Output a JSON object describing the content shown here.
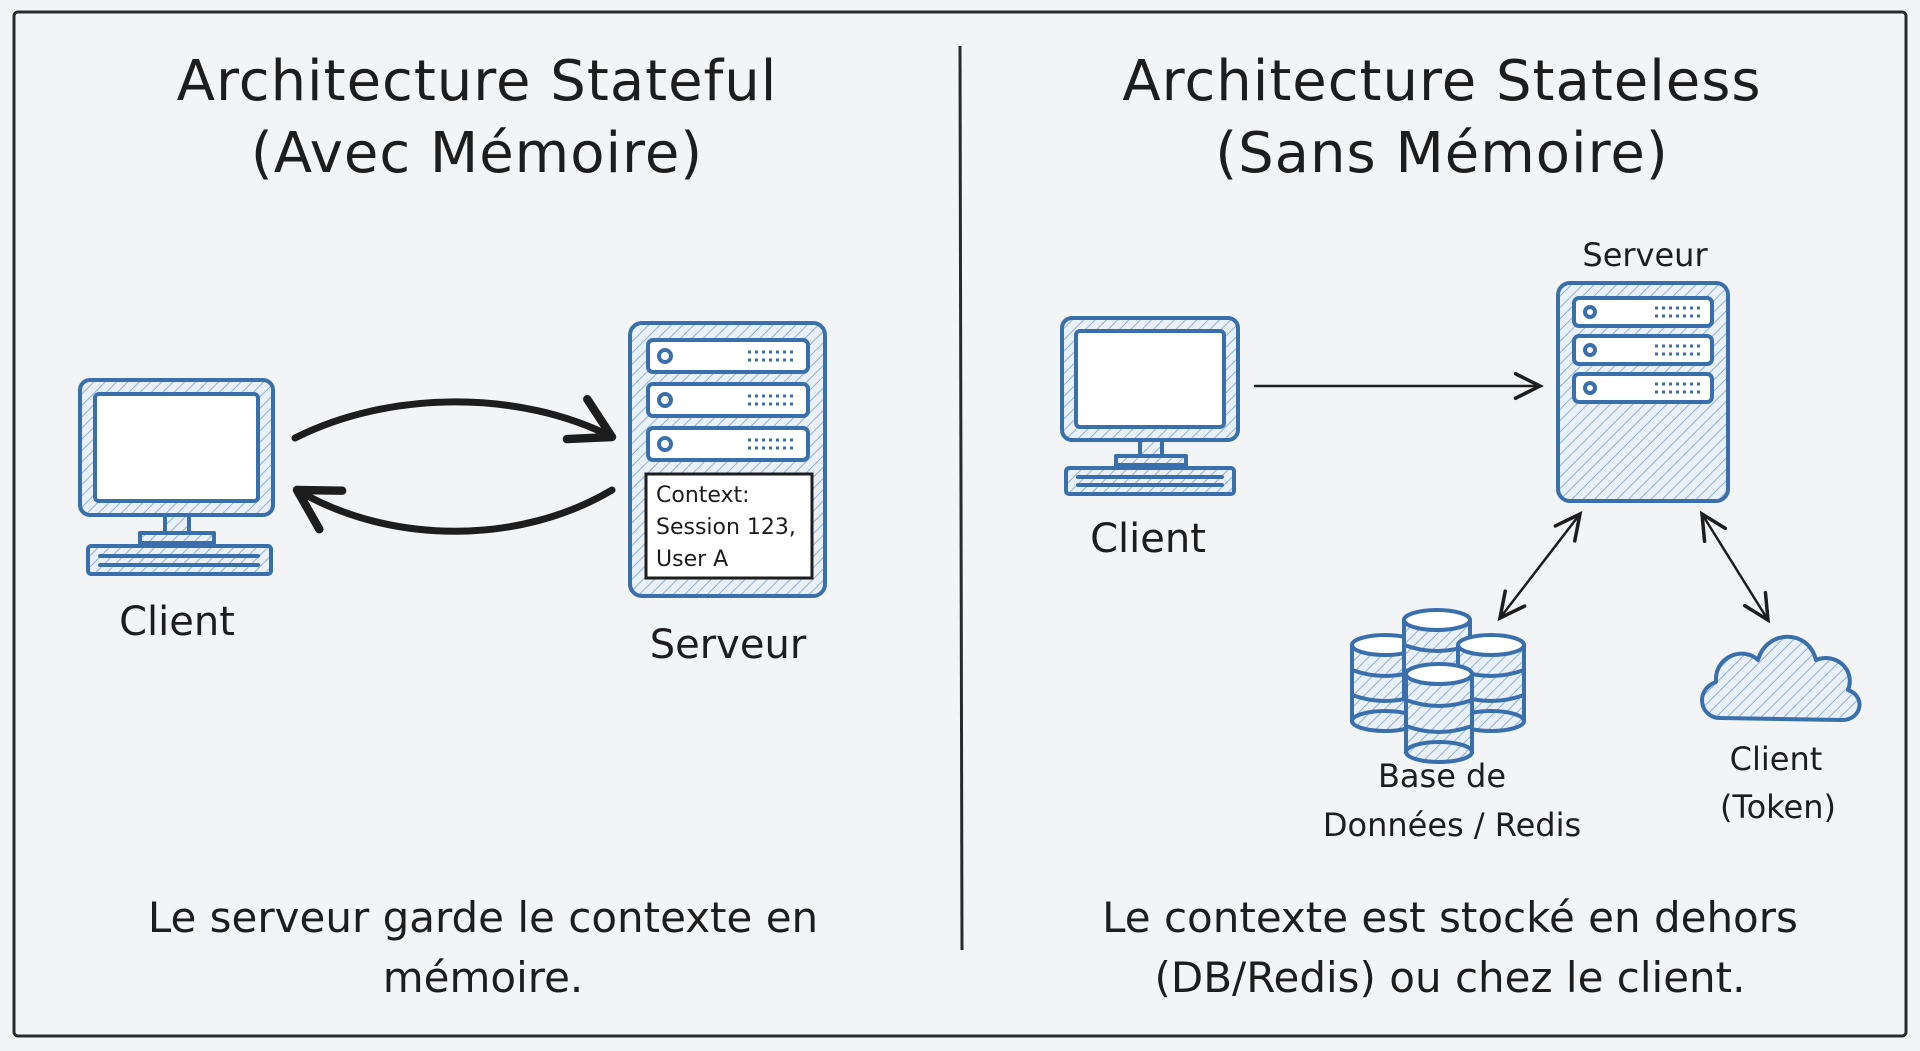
{
  "left": {
    "title_line1": "Architecture Stateful",
    "title_line2": "(Avec Mémoire)",
    "client_label": "Client",
    "server_label": "Serveur",
    "context_box": {
      "line1": "Context:",
      "line2": "Session 123,",
      "line3": "User A"
    },
    "caption_line1": "Le serveur garde le contexte en",
    "caption_line2": "mémoire."
  },
  "right": {
    "title_line1": "Architecture Stateless",
    "title_line2": "(Sans Mémoire)",
    "server_label": "Serveur",
    "client_label": "Client",
    "db_label_line1": "Base de",
    "db_label_line2": "Données / Redis",
    "token_label_line1": "Client",
    "token_label_line2": "(Token)",
    "caption_line1": "Le contexte est stocké en dehors",
    "caption_line2": "(DB/Redis) ou chez le client."
  },
  "icons": [
    "computer-icon",
    "server-icon",
    "database-icon",
    "cloud-icon"
  ],
  "colors": {
    "background": "#f3f4f6",
    "accent_blue": "#3a6fae",
    "ink": "#1d1d1d"
  }
}
